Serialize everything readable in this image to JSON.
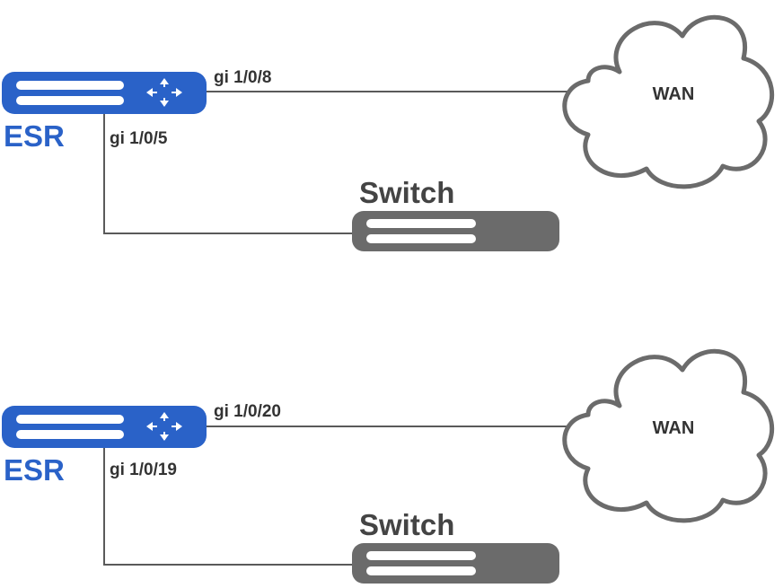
{
  "colors": {
    "router": "#2a62c8",
    "switch": "#6b6b6b",
    "line": "#5a5a5a",
    "text": "#333333"
  },
  "topologies": [
    {
      "router": {
        "label": "ESR",
        "icon": "router-arrows-icon"
      },
      "wan_port": "gi 1/0/8",
      "lan_port": "gi 1/0/5",
      "switch": {
        "label": "Switch"
      },
      "wan": {
        "label": "WAN"
      }
    },
    {
      "router": {
        "label": "ESR",
        "icon": "router-arrows-icon"
      },
      "wan_port": "gi 1/0/20",
      "lan_port": "gi 1/0/19",
      "switch": {
        "label": "Switch"
      },
      "wan": {
        "label": "WAN"
      }
    }
  ]
}
